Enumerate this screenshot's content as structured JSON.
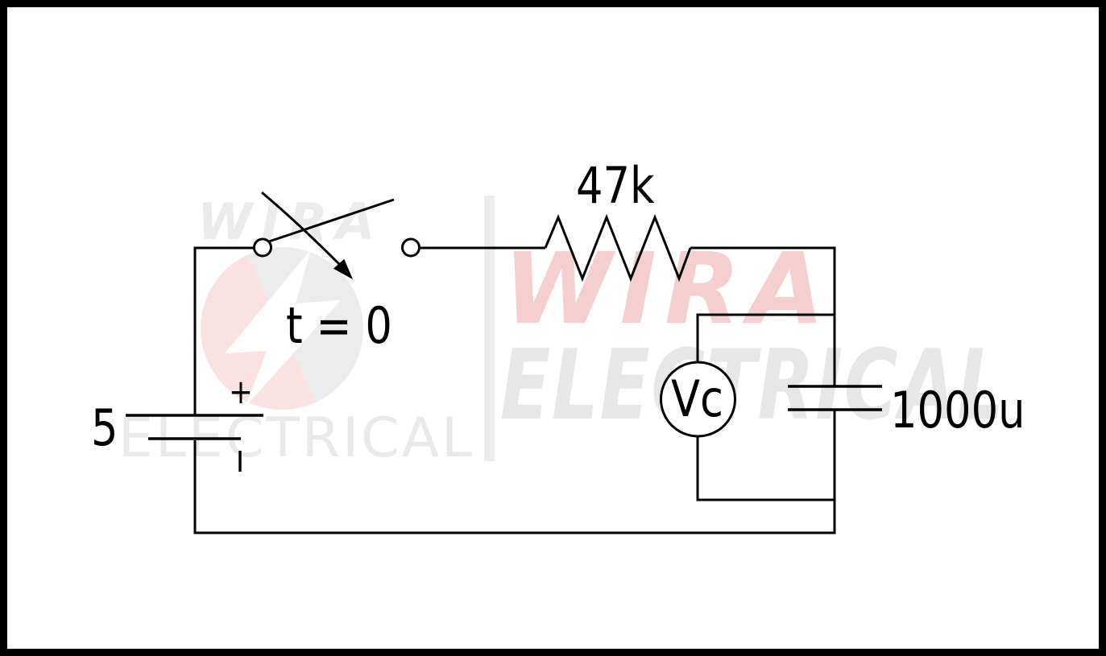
{
  "diagram": {
    "labels": {
      "battery_voltage": "5",
      "battery_plus": "+",
      "switch_time": "t = 0",
      "resistor_value": "47k",
      "voltmeter": "Vc",
      "capacitor_value": "1000u"
    },
    "colors": {
      "ink": "#000000",
      "background": "#ffffff",
      "border": "#000000"
    }
  },
  "watermark": {
    "small_wordmark": {
      "line1": "WIRA",
      "line2": "ELECTRICAL"
    },
    "large_wordmark": {
      "line1": "WIRA",
      "line2": "ELECTRICAL"
    },
    "colors": {
      "brand_pink": "#f5cfcf",
      "brand_gray": "#e7e7e7",
      "logo_pink": "#fbe2e2",
      "logo_gray": "#ececec"
    }
  }
}
